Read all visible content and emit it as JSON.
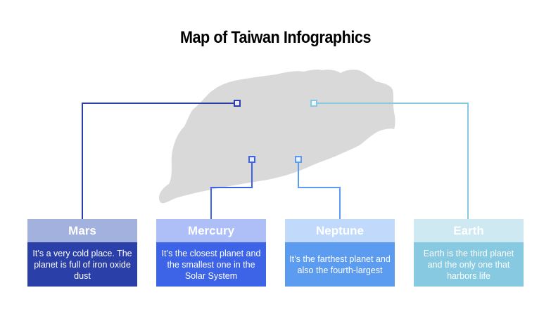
{
  "title": "Map of Taiwan Infographics",
  "colors": {
    "map_fill": "#d9d9d9",
    "mars": "#2a3fa8",
    "mercury": "#3d63e6",
    "neptune": "#5b9cf0",
    "earth": "#86c9e0"
  },
  "cards": [
    {
      "name": "Mars",
      "text": "It’s a very cold place. The planet is full of iron oxide dust",
      "head_color": "#a3b1de",
      "body_color": "#2a3fa8"
    },
    {
      "name": "Mercury",
      "text": "It’s the closest planet and the smallest one in the Solar System",
      "head_color": "#aebff8",
      "body_color": "#3d63e6"
    },
    {
      "name": "Neptune",
      "text": "It’s the farthest planet and also the fourth-largest",
      "head_color": "#c1dafb",
      "body_color": "#5b9cf0"
    },
    {
      "name": "Earth",
      "text": "Earth is the third planet and the only one that harbors life",
      "head_color": "#cfe9f3",
      "body_color": "#86c9e0"
    }
  ]
}
